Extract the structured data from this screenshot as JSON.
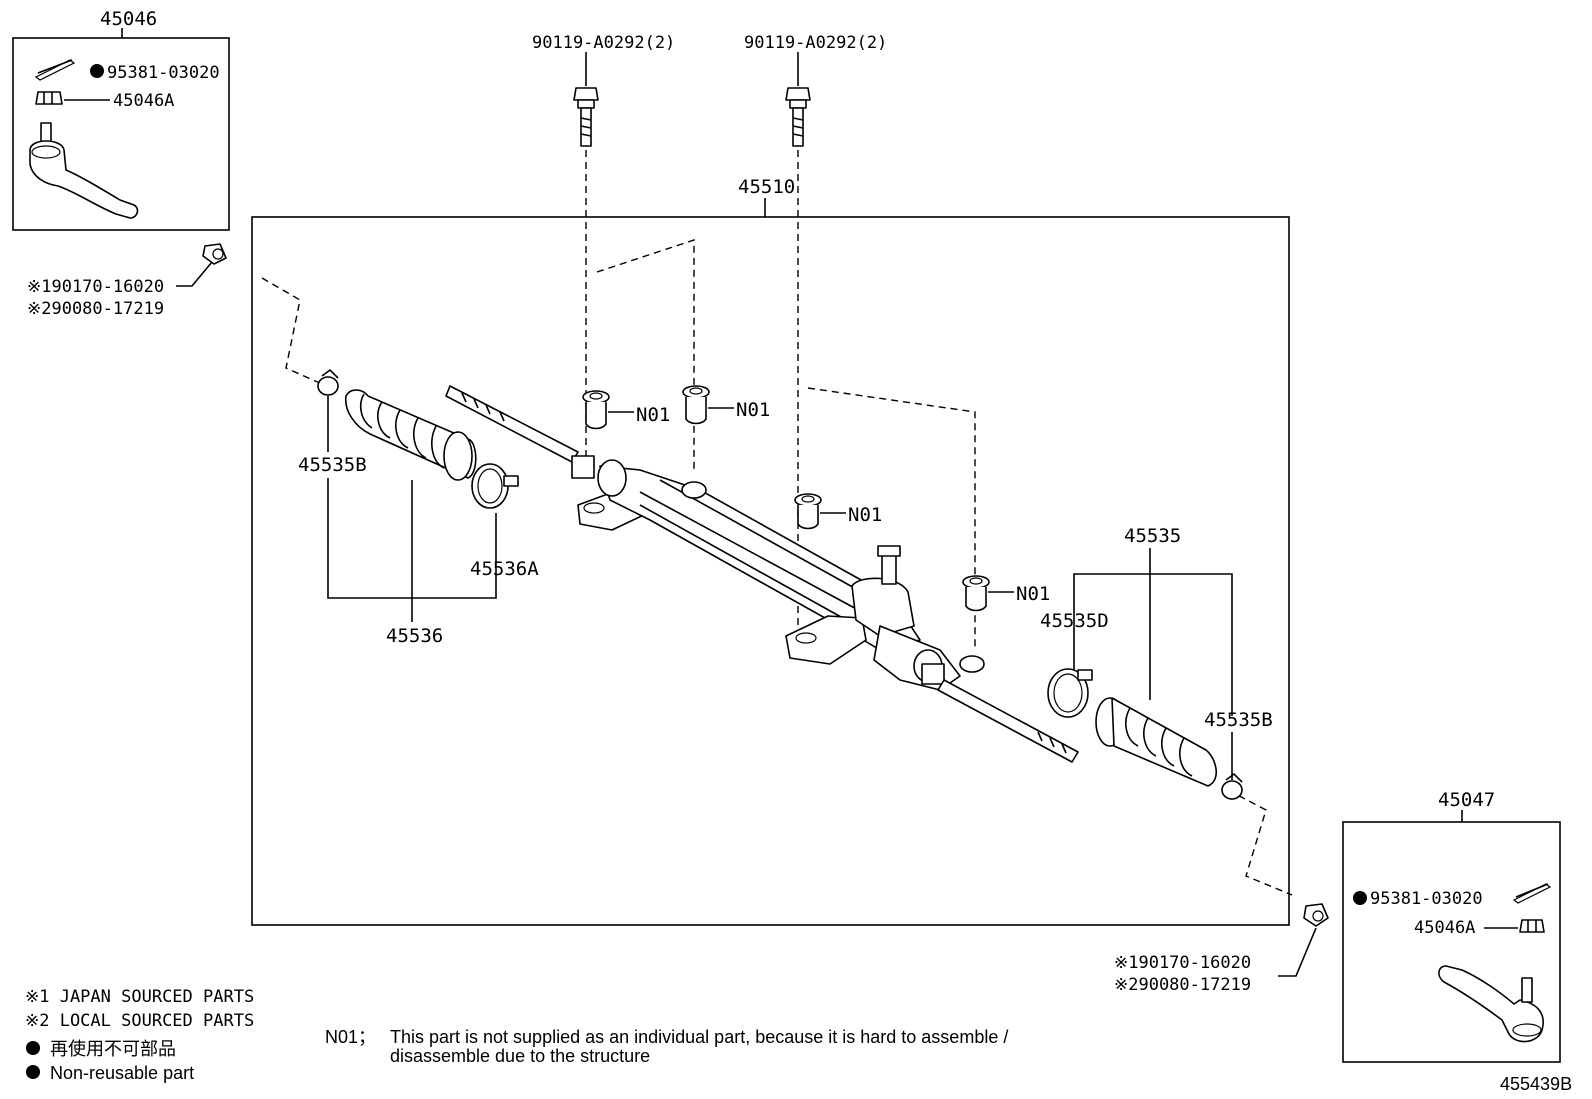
{
  "labels": {
    "assy_45046": "45046",
    "assy_45047": "45047",
    "rack_assy": "45510",
    "bolt_left": "90119-A0292(2)",
    "bolt_right": "90119-A0292(2)",
    "cotter_pin_left": "95381-03020",
    "cotter_pin_right": "95381-03020",
    "nut_left": "45046A",
    "nut_right": "45046A",
    "bushing_left_jp": "※190170-16020",
    "bushing_left_local": "※290080-17219",
    "bushing_right_jp": "※190170-16020",
    "bushing_right_local": "※290080-17219",
    "n01_a": "N01",
    "n01_b": "N01",
    "n01_c": "N01",
    "n01_d": "N01",
    "clip_left": "45535B",
    "clip_right": "45535B",
    "band_left": "45536A",
    "boot_kit_left": "45536",
    "boot_kit_right": "45535",
    "band_right": "45535D",
    "diagram_id": "455439B"
  },
  "legend": {
    "japan": "※1 JAPAN SOURCED PARTS",
    "local": "※2 LOCAL SOURCED PARTS",
    "non_reusable_jp": "再使用不可部品",
    "non_reusable_en": "Non-reusable part"
  },
  "note": {
    "key": "N01；",
    "line1": "This part is not supplied as an individual part, because it is hard to assemble /",
    "line2": "disassemble due to the structure"
  }
}
